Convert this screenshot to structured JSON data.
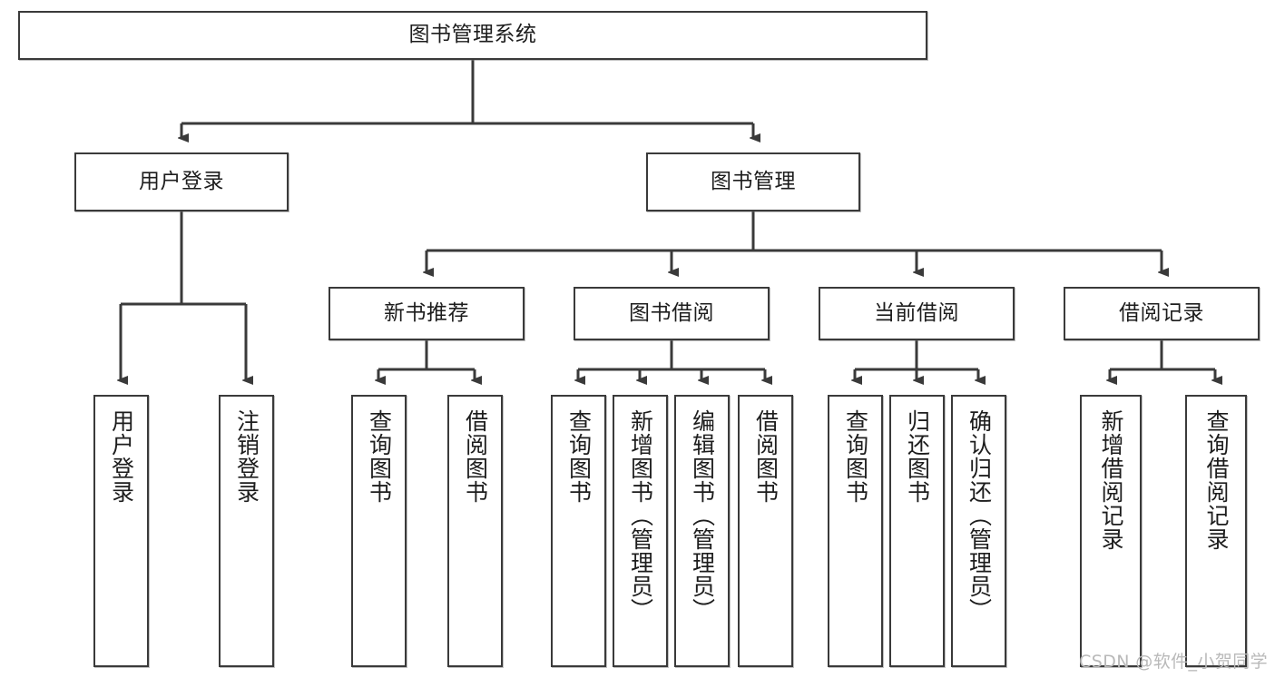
{
  "diagram": {
    "title": "图书管理系统",
    "type": "tree",
    "stroke_color": "#3a3a3a",
    "fill_color": "#ffffff",
    "text_color": "#1d1d1d"
  },
  "watermark": {
    "text": "CSDN @软件_小贺同学",
    "color": "#b9b9b9"
  },
  "nodes": {
    "root": {
      "label": "图书管理系统"
    },
    "level2": [
      {
        "label": "用户登录"
      },
      {
        "label": "图书管理"
      }
    ],
    "level3": [
      {
        "label": "新书推荐"
      },
      {
        "label": "图书借阅"
      },
      {
        "label": "当前借阅"
      },
      {
        "label": "借阅记录"
      }
    ],
    "leaves": {
      "user_login": [
        {
          "label": "用户登录"
        },
        {
          "label": "注销登录"
        }
      ],
      "new_book": [
        {
          "label": "查询图书"
        },
        {
          "label": "借阅图书"
        }
      ],
      "book_borrow": [
        {
          "label": "查询图书"
        },
        {
          "label": "新增图书（管理员）"
        },
        {
          "label": "编辑图书（管理员）"
        },
        {
          "label": "借阅图书"
        }
      ],
      "current_borrow": [
        {
          "label": "查询图书"
        },
        {
          "label": "归还图书"
        },
        {
          "label": "确认归还（管理员）"
        }
      ],
      "borrow_record": [
        {
          "label": "新增借阅记录"
        },
        {
          "label": "查询借阅记录"
        }
      ]
    }
  },
  "chart_data": {
    "type": "tree",
    "title": "图书管理系统",
    "root": "图书管理系统",
    "edges": [
      [
        "图书管理系统",
        "用户登录"
      ],
      [
        "图书管理系统",
        "图书管理"
      ],
      [
        "用户登录",
        "用户登录"
      ],
      [
        "用户登录",
        "注销登录"
      ],
      [
        "图书管理",
        "新书推荐"
      ],
      [
        "图书管理",
        "图书借阅"
      ],
      [
        "图书管理",
        "当前借阅"
      ],
      [
        "图书管理",
        "借阅记录"
      ],
      [
        "新书推荐",
        "查询图书"
      ],
      [
        "新书推荐",
        "借阅图书"
      ],
      [
        "图书借阅",
        "查询图书"
      ],
      [
        "图书借阅",
        "新增图书（管理员）"
      ],
      [
        "图书借阅",
        "编辑图书（管理员）"
      ],
      [
        "图书借阅",
        "借阅图书"
      ],
      [
        "当前借阅",
        "查询图书"
      ],
      [
        "当前借阅",
        "归还图书"
      ],
      [
        "当前借阅",
        "确认归还（管理员）"
      ],
      [
        "借阅记录",
        "新增借阅记录"
      ],
      [
        "借阅记录",
        "查询借阅记录"
      ]
    ]
  }
}
